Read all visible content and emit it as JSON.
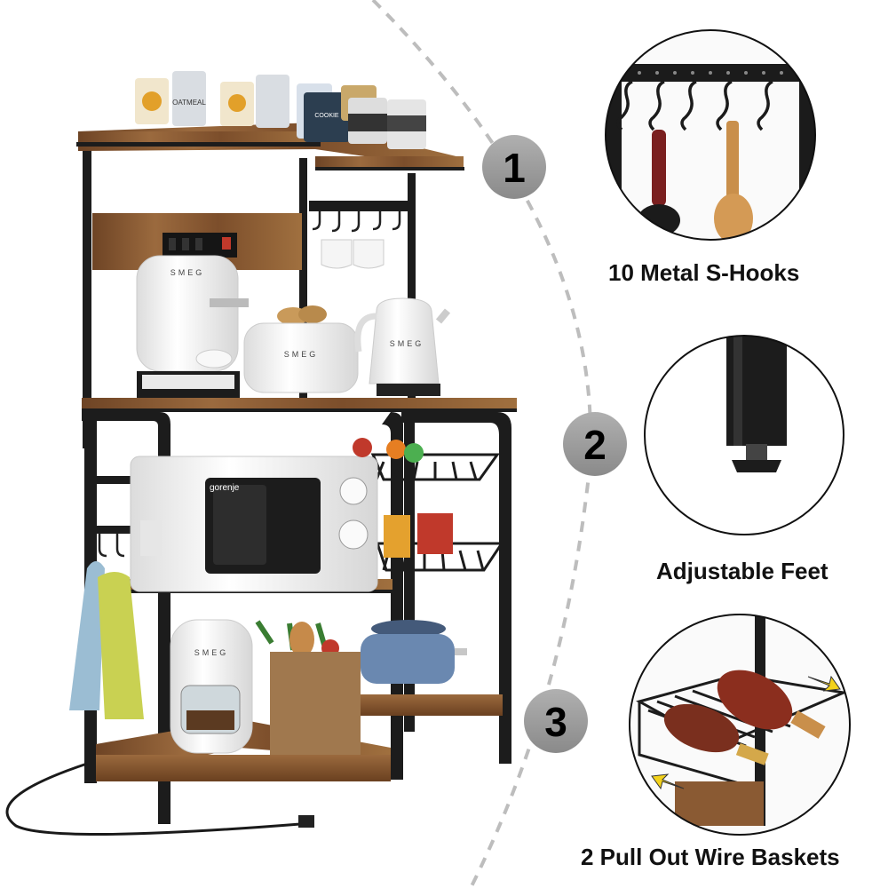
{
  "badges": [
    "1",
    "2",
    "3"
  ],
  "features": [
    {
      "label": "10 Metal S-Hooks",
      "icon": "s-hooks-closeup"
    },
    {
      "label": "Adjustable Feet",
      "icon": "adjustable-foot-closeup"
    },
    {
      "label": "2 Pull Out Wire Baskets",
      "icon": "wire-basket-closeup"
    }
  ],
  "brands": {
    "appliance": "SMEG",
    "microwave": "gorenje"
  },
  "canisters": {
    "oatmeal": "OATMEAL",
    "cookie": "COOKIE"
  },
  "colors": {
    "wood": "#8a5a33",
    "frame": "#1c1c1c",
    "badge": "#9a9a9a",
    "appliance": "#f4f4f4"
  }
}
